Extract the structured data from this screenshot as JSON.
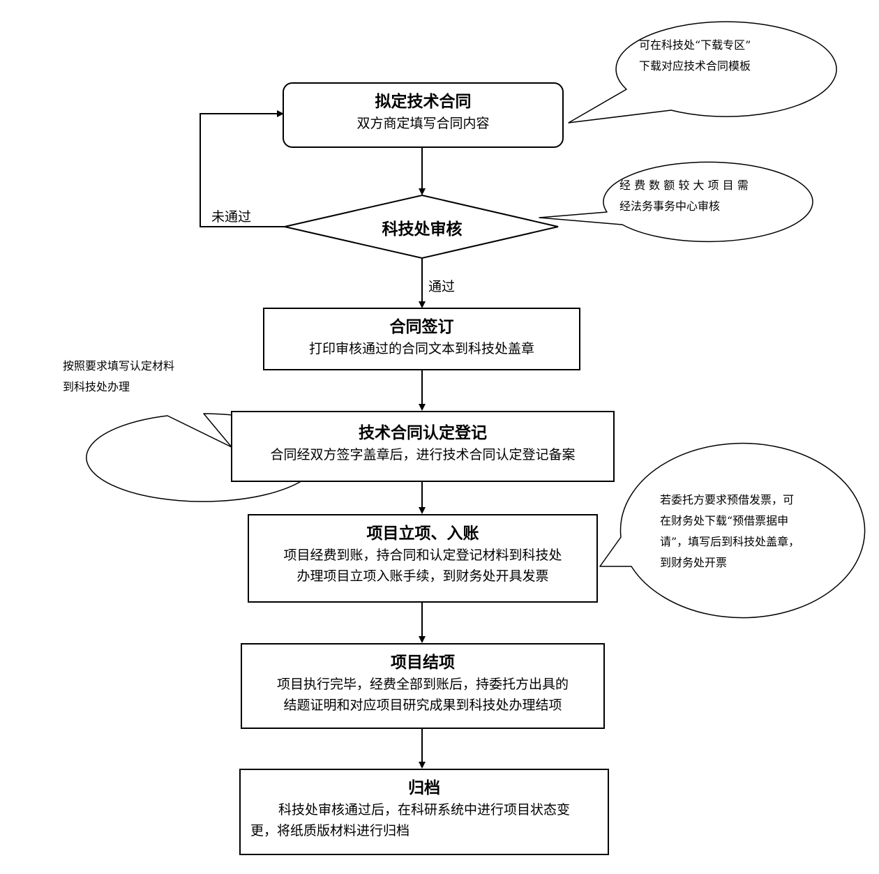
{
  "nodes": {
    "draft": {
      "title": "拟定技术合同",
      "desc": "双方商定填写合同内容"
    },
    "review": {
      "title": "科技处审核"
    },
    "sign": {
      "title": "合同签订",
      "desc": "打印审核通过的合同文本到科技处盖章"
    },
    "register": {
      "title": "技术合同认定登记",
      "desc": "合同经双方签字盖章后，进行技术合同认定登记备案"
    },
    "account": {
      "title": "项目立项、入账",
      "desc_lines": [
        "项目经费到账，持合同和认定登记材料到科技处",
        "办理项目立项入账手续，到财务处开具发票"
      ]
    },
    "close": {
      "title": "项目结项",
      "desc_lines": [
        "项目执行完毕，经费全部到账后，持委托方出具的",
        "结题证明和对应项目研究成果到科技处办理结项"
      ]
    },
    "archive": {
      "title": "归档",
      "desc_lines": [
        "科技处审核通过后，在科研系统中进行项目状态变",
        "更，将纸质版材料进行归档"
      ]
    }
  },
  "edges": {
    "pass_label": "通过",
    "fail_label": "未通过"
  },
  "callouts": {
    "download": [
      "可在科技处“下载专区”",
      "下载对应技术合同模板"
    ],
    "legal": [
      "经 费 数 额 较 大 项 目 需",
      "经法务事务中心审核"
    ],
    "materials": [
      "按照要求填写认定材料",
      "到科技处办理"
    ],
    "invoice": [
      "若委托方要求预借发票，可",
      "在财务处下载“预借票据申",
      "请”，填写后到科技处盖章，",
      "到财务处开票"
    ]
  },
  "colors": {
    "stroke": "#000000",
    "fill": "#ffffff"
  }
}
